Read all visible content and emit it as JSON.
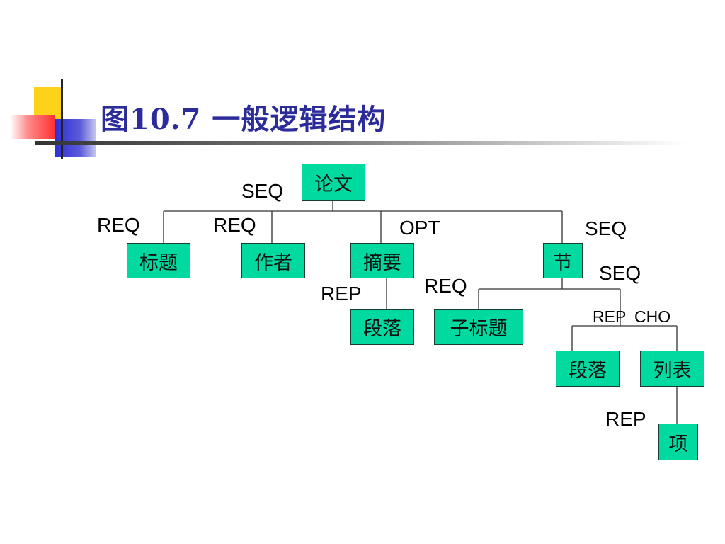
{
  "slide": {
    "title": "图10.7  一般逻辑结构"
  },
  "nodes": {
    "root": "论文",
    "title": "标题",
    "author": "作者",
    "abstract": "摘要",
    "section": "节",
    "abstract_paragraph": "段落",
    "subtitle": "子标题",
    "section_paragraph": "段落",
    "list": "列表",
    "item": "项"
  },
  "edge_labels": {
    "root_seq": "SEQ",
    "title_req": "REQ",
    "author_req": "REQ",
    "abstract_opt": "OPT",
    "section_seq": "SEQ",
    "section_children_seq": "SEQ",
    "abstract_paragraph_rep": "REP",
    "subtitle_req": "REQ",
    "section_paragraph_rep": "REP",
    "list_cho": "CHO",
    "item_rep": "REP"
  },
  "colors": {
    "node_fill": "#00d9a0",
    "title": "#2b2b9a"
  }
}
